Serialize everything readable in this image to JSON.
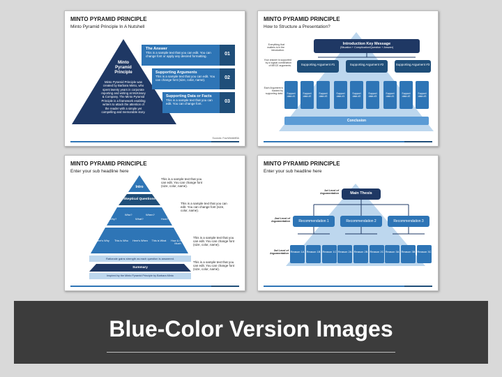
{
  "slides": [
    {
      "title": "MINTO PYRAMID PRINCIPLE",
      "subtitle": "Minto Pyramid Principle In A Nutshell",
      "pyramid_title": "Minto Pyramid Principle",
      "pyramid_body": "Minto Pyramid Principle was created by Barbara Minto, who spent twenty years in corporate reporting and writing at McKinsey & Company. The Minto Pyramid Principle is a framework enabling writers to attack the attention of the reader with a simple yet compelling and memorable story.",
      "items": [
        {
          "heading": "The Answer",
          "text": "This is a sample text that you can edit. You can change font or apply any desired formatting.",
          "num": "01"
        },
        {
          "heading": "Supporting Arguments",
          "text": "This is a sample text that you can edit. You can change font (size, color, name).",
          "num": "02"
        },
        {
          "heading": "Supporting Data or Facts",
          "text": "This is a sample text that you can edit. You can change font.",
          "num": "03"
        }
      ],
      "source": "Sources: FourWeekMBA"
    },
    {
      "title": "MINTO PYRAMID PRINCIPLE",
      "subtitle": "How to Structure a Presentation?",
      "left_notes": [
        "Everything that matters is in the introduction.",
        "Your answer is supported by a logical combination of MECE arguments.",
        "Each Argument is backed by supporting data."
      ],
      "intro": "Introduction Key Message",
      "intro_sub": "(Situation + Complication/Question + Answer)",
      "arguments": [
        "Supporting Argument #1",
        "Supporting Argument #2",
        "Supporting Argument #3"
      ],
      "data_boxes": [
        "Support data #1",
        "Support data #2",
        "Support data #3",
        "Support data #1",
        "Support data #2",
        "Support data #3",
        "Support data #1",
        "Support data #2",
        "Support data #3"
      ],
      "conclusion": "Conclusion"
    },
    {
      "title": "MINTO PYRAMID PRINCIPLE",
      "subtitle": "Enter your sub headline here",
      "intro": "Intro",
      "skeptical": "Skeptical Questions",
      "why": [
        "Why?",
        "Who?",
        "When?",
        "How?"
      ],
      "whoa": "What?",
      "heres": [
        "Here's Why",
        "This is Who",
        "Here's When",
        "This is What",
        "How & How Much"
      ],
      "rationale": "Rationale gains strength as each question is answered.",
      "summary": "Summary",
      "inspired": "Inspired by the Minto Pyramid Principle by Barbara Minto",
      "notes": [
        "This is a sample text that you can edit. You can change font (size, color, name).",
        "This is a sample text that you can edit. You can change font (size, color, name).",
        "This is a sample text that you can edit. You can change font (size, color, name).",
        "This is a sample text that you can edit. You can change font (size, color, name)."
      ]
    },
    {
      "title": "MINTO PYRAMID PRINCIPLE",
      "subtitle": "Enter your sub headline here",
      "levels": [
        "1st Level of Argumentation",
        "2nd Level of Argumentation",
        "3rd Level of Argumentation"
      ],
      "thesis": "Main Thesis",
      "recs": [
        "Recommendation 1",
        "Recommendation 2",
        "Recommendation 3"
      ],
      "reasons": [
        "Reason 1A",
        "Reason 1B",
        "Reason 1C",
        "Reason 2A",
        "Reason 2B",
        "Reason 2C",
        "Reason 3A",
        "Reason 3B",
        "Reason 3C"
      ]
    }
  ],
  "banner": "Blue-Color Version Images",
  "colors": {
    "navy": "#1f3864",
    "blue": "#2e75b6",
    "light": "#bdd7ee",
    "mid": "#5b9bd5"
  }
}
